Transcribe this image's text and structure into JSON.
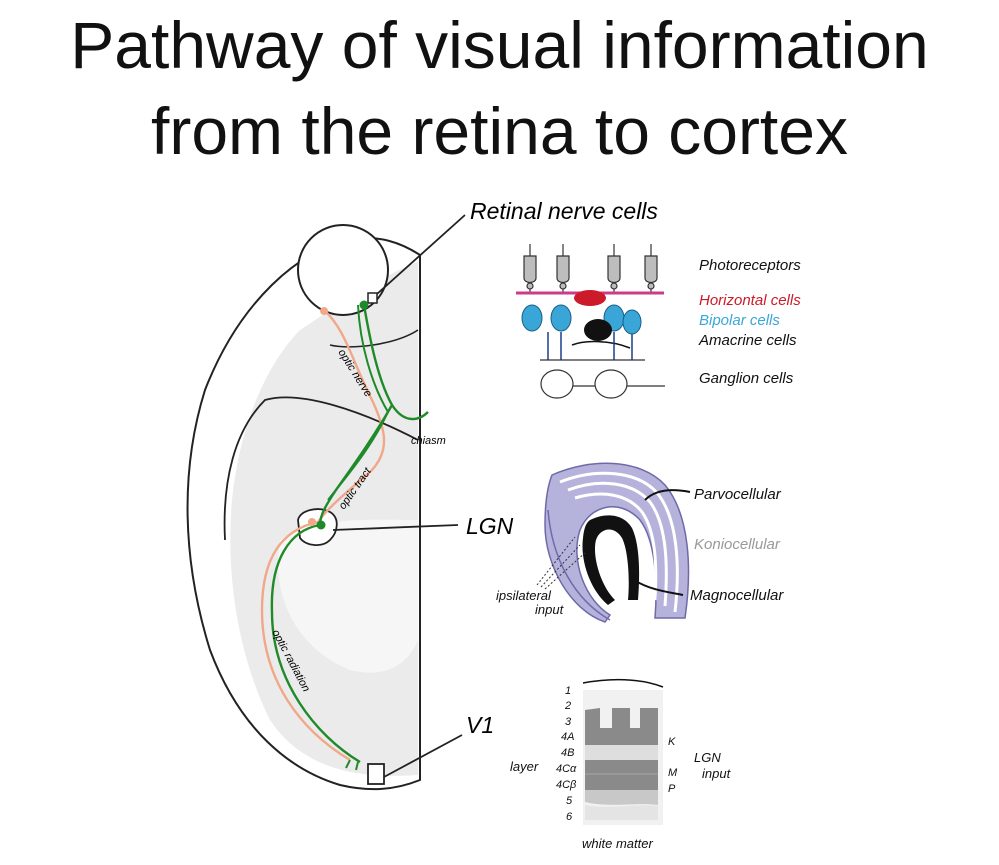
{
  "title": {
    "line1": "Pathway of visual information",
    "line2": "from the retina to cortex"
  },
  "callouts": {
    "retina": "Retinal nerve cells",
    "lgn": "LGN",
    "v1": "V1"
  },
  "brain_labels": {
    "optic_nerve": "optic nerve",
    "chiasm": "chiasm",
    "optic_tract": "optic tract",
    "optic_radiation": "optic radiation"
  },
  "retina_cells": {
    "photoreceptors": "Photoreceptors",
    "horizontal": "Horizontal cells",
    "bipolar": "Bipolar cells",
    "amacrine": "Amacrine cells",
    "ganglion": "Ganglion cells"
  },
  "lgn_layers": {
    "parvocellular": "Parvocellular",
    "koniocellular": "Koniocellular",
    "magnocellular": "Magnocellular",
    "ipsilateral": "ipsilateral",
    "input": "input"
  },
  "v1_layers": {
    "numbers": [
      "1",
      "2",
      "3",
      "4A",
      "4B",
      "4Cα",
      "4Cβ",
      "5",
      "6"
    ],
    "layer_label": "layer",
    "white_matter": "white matter",
    "k": "K",
    "m": "M",
    "p": "P",
    "lgn_input_1": "LGN",
    "lgn_input_2": "input"
  },
  "colors": {
    "green_pathway": "#1f8a2a",
    "salmon_pathway": "#f0a888",
    "horizontal": "#cc1a2a",
    "bipolar": "#3aa6d8",
    "lgn_purple": "#8a86c6",
    "koniocellular_text": "#999999"
  }
}
